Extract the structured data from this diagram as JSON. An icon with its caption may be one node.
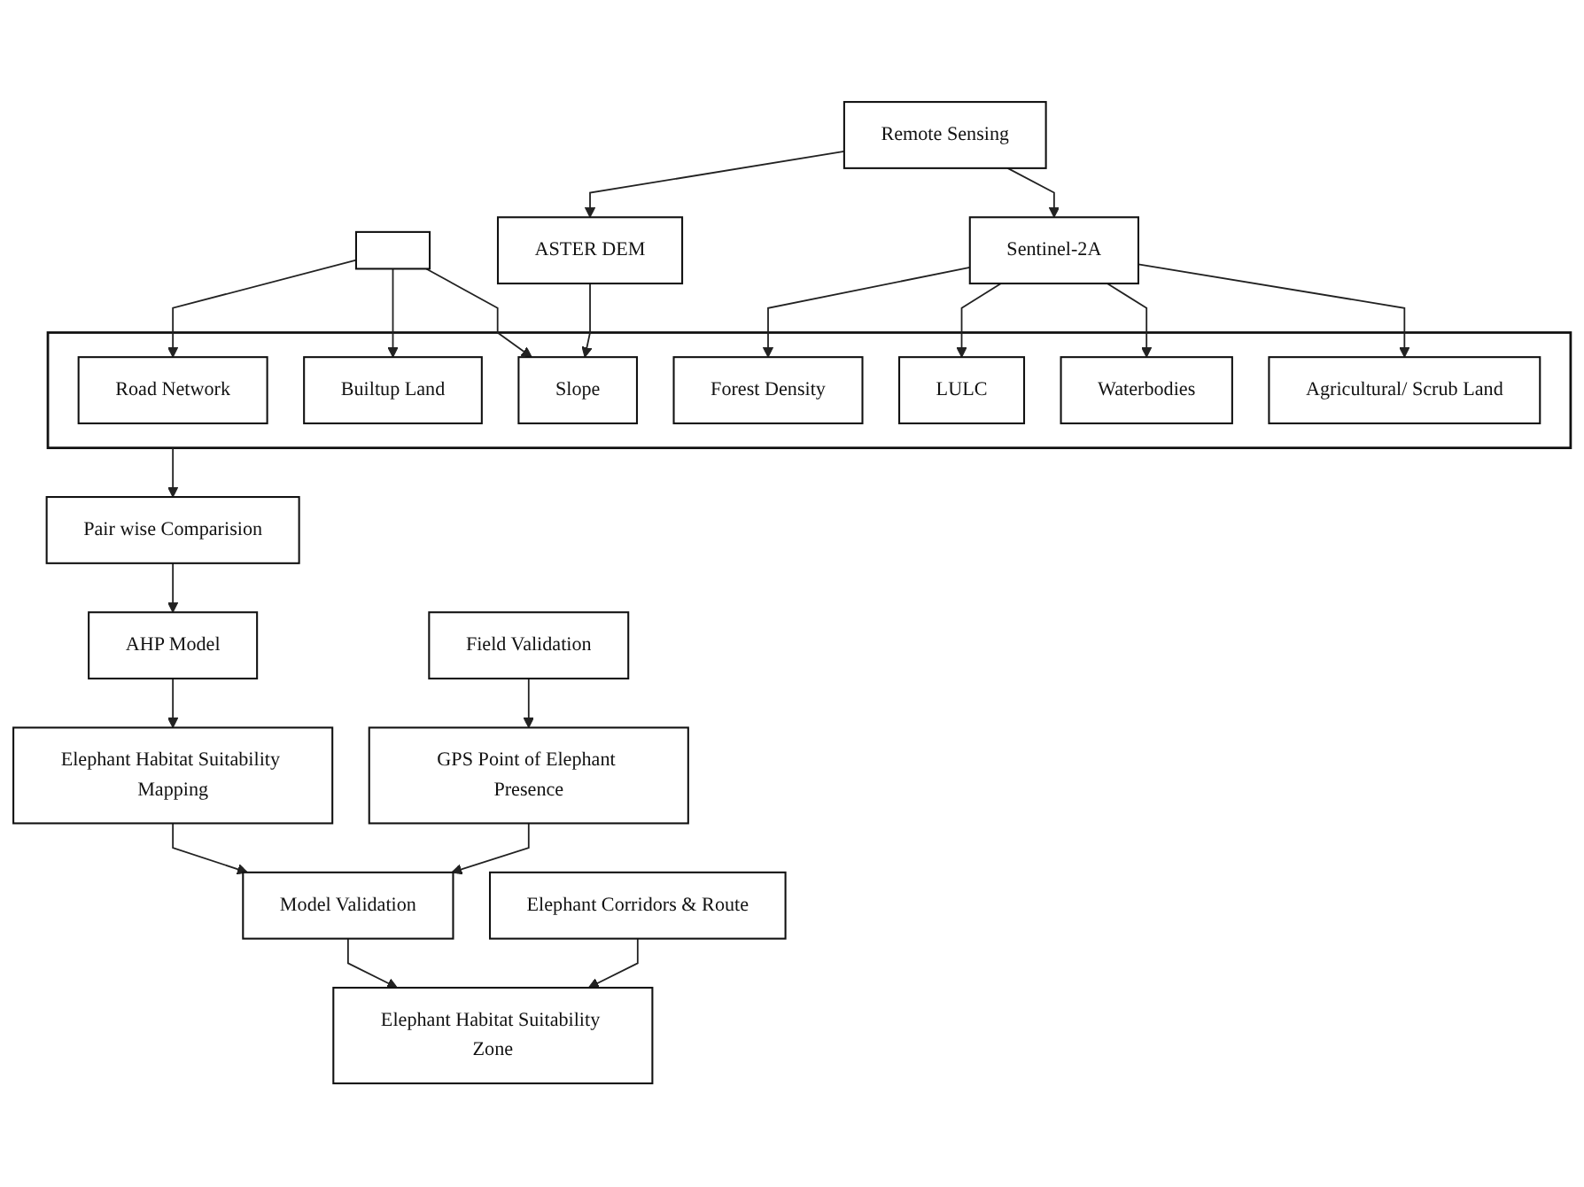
{
  "diagram": {
    "nodes": [
      {
        "text": [],
        "shape": "box"
      },
      {
        "text": [],
        "shape": "box"
      },
      {
        "text": [
          "Road Network"
        ],
        "in": 1
      },
      {
        "text": [
          "Builtup Land"
        ],
        "in": 1
      },
      {
        "text": [
          "Slope"
        ],
        "in": 1
      },
      {
        "text": [
          "Forest Density"
        ],
        "in": 1
      },
      {
        "text": [
          "LULC"
        ],
        "in": 1
      },
      {
        "text": [
          "Waterbodies"
        ],
        "in": 1
      },
      {
        "text": [
          "Agricultural/ Scrub Land"
        ],
        "in": 1
      },
      {
        "text": [
          "Remote Sensing"
        ]
      },
      {
        "text": [
          "Sentinel-2A"
        ]
      },
      {
        "text": [
          "ASTER DEM"
        ]
      },
      {
        "text": [
          "Pair wise Comparision"
        ]
      },
      {
        "text": [
          "AHP Model"
        ]
      },
      {
        "text": [
          "Elephant Habitat Suitability Mapping"
        ]
      },
      {
        "text": [
          "Field Validation"
        ]
      },
      {
        "text": [
          "GPS Point of Elephant Presence"
        ]
      },
      {
        "text": [
          "Model Validation"
        ]
      },
      {
        "text": [
          "Elephant Corridors & Route"
        ]
      },
      {
        "text": [
          "Elephant Habitat Suitability Zone"
        ]
      }
    ],
    "edges": [
      {
        "from": 0,
        "to": 2,
        "arrow": "to"
      },
      {
        "from": 0,
        "to": 3,
        "arrow": "to"
      },
      {
        "from": 0,
        "to": 4,
        "arrow": "to"
      },
      {
        "from": 9,
        "to": 10,
        "arrow": "to"
      },
      {
        "from": 9,
        "to": 11,
        "arrow": "to"
      },
      {
        "from": 11,
        "to": 4,
        "arrow": "to"
      },
      {
        "from": 10,
        "to": 5,
        "arrow": "to"
      },
      {
        "from": 10,
        "to": 6,
        "arrow": "to"
      },
      {
        "from": 10,
        "to": 7,
        "arrow": "to"
      },
      {
        "from": 10,
        "to": 8,
        "arrow": "to"
      },
      {
        "from": 1,
        "to": 12,
        "arrow": "to"
      },
      {
        "from": 12,
        "to": 13,
        "arrow": "to"
      },
      {
        "from": 13,
        "to": 14,
        "arrow": "to"
      },
      {
        "from": 14,
        "to": 17,
        "arrow": "to"
      },
      {
        "from": 15,
        "to": 16,
        "arrow": "to"
      },
      {
        "from": 16,
        "to": 17,
        "arrow": "to"
      },
      {
        "from": 17,
        "to": 19,
        "arrow": "to"
      },
      {
        "from": 18,
        "to": 19,
        "arrow": "to"
      }
    ]
  }
}
